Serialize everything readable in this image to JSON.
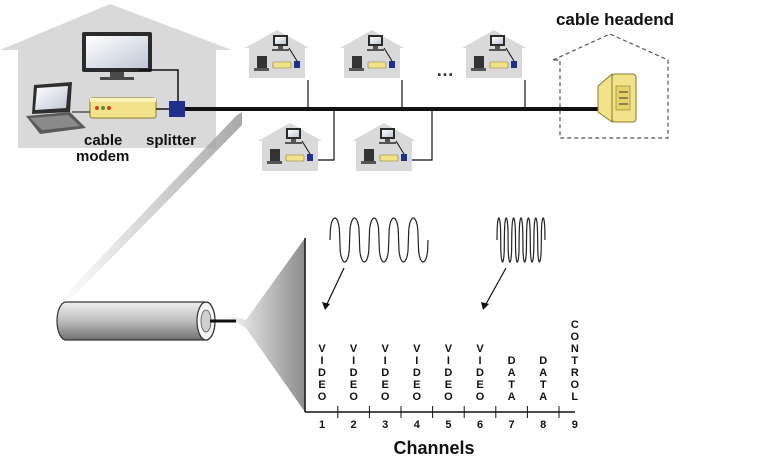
{
  "labels": {
    "headend": "cable headend",
    "cable": "cable",
    "modem": "modem",
    "splitter": "splitter",
    "ellipsis": "…",
    "axis_title": "Channels"
  },
  "channels": [
    {
      "number": "1",
      "label": "VIDEO"
    },
    {
      "number": "2",
      "label": "VIDEO"
    },
    {
      "number": "3",
      "label": "VIDEO"
    },
    {
      "number": "4",
      "label": "VIDEO"
    },
    {
      "number": "5",
      "label": "VIDEO"
    },
    {
      "number": "6",
      "label": "VIDEO"
    },
    {
      "number": "7",
      "label": "DATA"
    },
    {
      "number": "8",
      "label": "DATA"
    },
    {
      "number": "9",
      "label": "CONTROL"
    }
  ],
  "colors": {
    "house": "#d9d9d9",
    "modem": "#f2e28a",
    "splitter": "#1f2f8c",
    "headend": "#f2e28a",
    "line": "#111111"
  }
}
